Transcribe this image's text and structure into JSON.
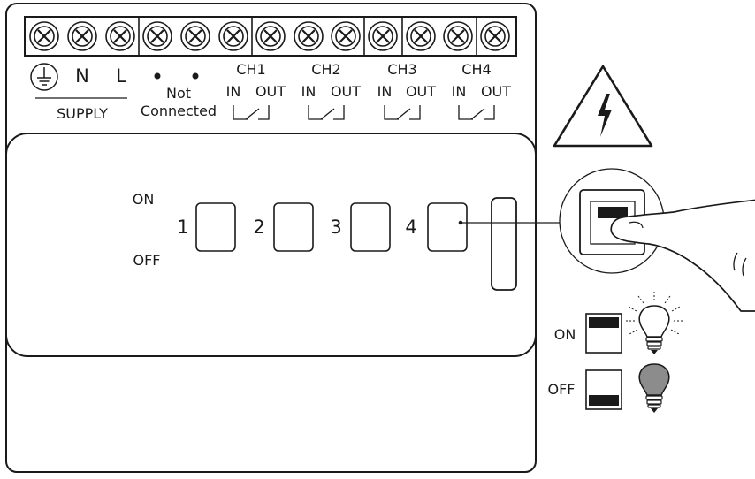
{
  "terminals": {
    "supply": {
      "ground_icon": "ground-icon",
      "neutral": "N",
      "live": "L",
      "label": "SUPPLY"
    },
    "not_connected": {
      "line1": "Not",
      "line2": "Connected"
    },
    "channels": [
      {
        "name": "CH1",
        "in": "IN",
        "out": "OUT"
      },
      {
        "name": "CH2",
        "in": "IN",
        "out": "OUT"
      },
      {
        "name": "CH3",
        "in": "IN",
        "out": "OUT"
      },
      {
        "name": "CH4",
        "in": "IN",
        "out": "OUT"
      }
    ]
  },
  "switch_panel": {
    "on_label": "ON",
    "off_label": "OFF",
    "switches": [
      {
        "number": "1"
      },
      {
        "number": "2"
      },
      {
        "number": "3"
      },
      {
        "number": "4"
      }
    ]
  },
  "legend": {
    "on": {
      "label": "ON",
      "bulb": "lit-bulb-icon"
    },
    "off": {
      "label": "OFF",
      "bulb": "unlit-bulb-icon"
    }
  },
  "icons": {
    "warning": "high-voltage-warning-icon",
    "screw": "terminal-screw-icon",
    "finger": "finger-press-icon"
  },
  "colors": {
    "line": "#1a1a1a",
    "bulb_off": "#8c8c8c",
    "background": "#ffffff"
  }
}
